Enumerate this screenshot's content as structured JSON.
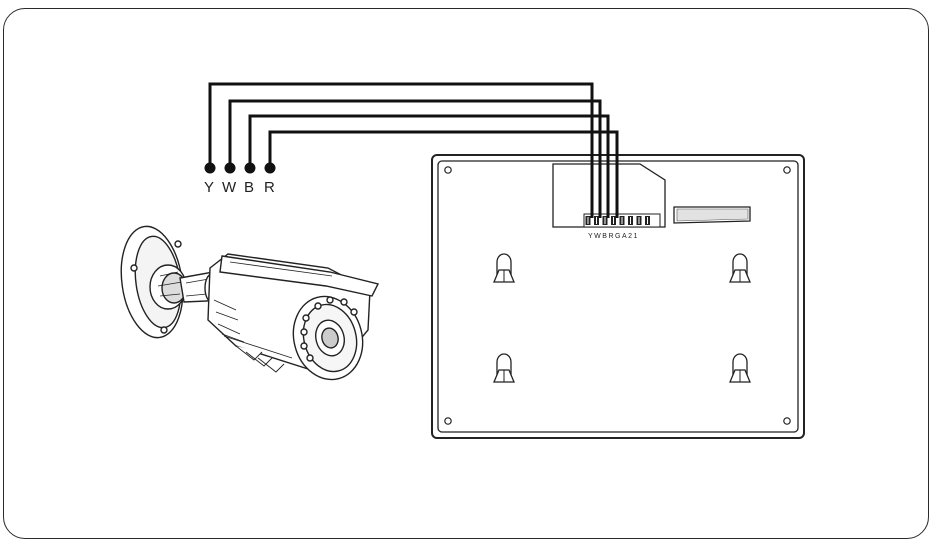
{
  "wires": [
    {
      "label": "Y",
      "color": "#111111"
    },
    {
      "label": "W",
      "color": "#111111"
    },
    {
      "label": "B",
      "color": "#111111"
    },
    {
      "label": "R",
      "color": "#111111"
    }
  ],
  "terminal_labels": "YWBRGA21",
  "colors": {
    "line": "#222222",
    "background": "#ffffff"
  }
}
